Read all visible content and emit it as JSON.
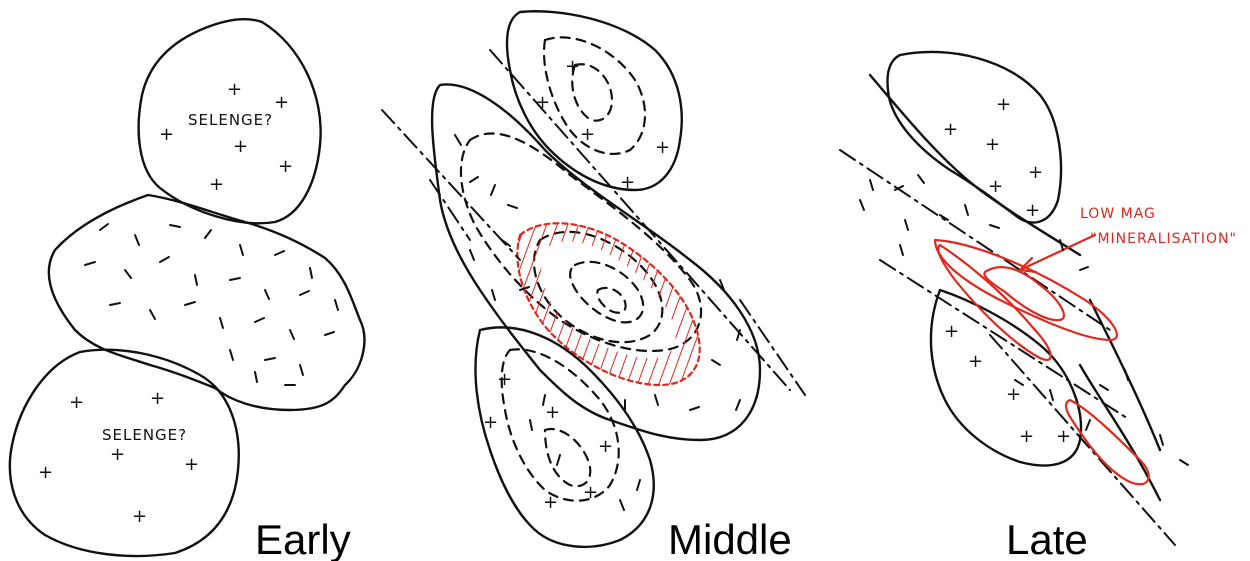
{
  "panels": [
    {
      "id": "early",
      "caption": "Early",
      "labels": [
        "SELENGE?",
        "SELENGE?"
      ]
    },
    {
      "id": "middle",
      "caption": "Middle"
    },
    {
      "id": "late",
      "caption": "Late",
      "annotation": {
        "line1": "LOW MAG",
        "line2": "\"MINERALISATION\""
      }
    }
  ],
  "colors": {
    "ink": "#111111",
    "highlight": "#e0281e",
    "background": "#ffffff"
  },
  "symbols": {
    "plus": "+"
  }
}
